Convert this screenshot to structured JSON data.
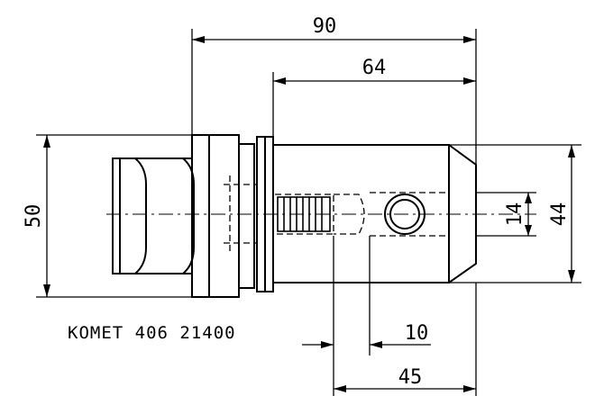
{
  "drawing": {
    "dimensions": {
      "overall_length": "90",
      "shank_length": "64",
      "flange_diameter": "50",
      "shank_diameter": "44",
      "bore_diameter": "14",
      "hole_width": "10",
      "hole_position": "45"
    },
    "part_label": "KOMET 406 21400",
    "colors": {
      "line": "#000000",
      "background": "#ffffff"
    }
  }
}
